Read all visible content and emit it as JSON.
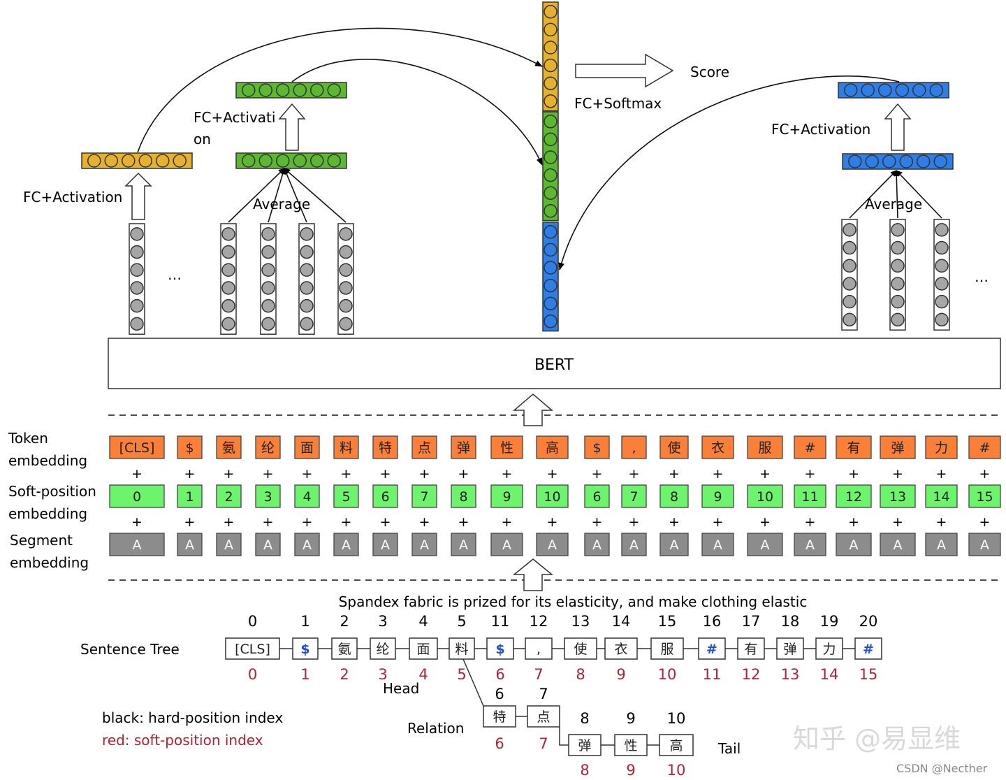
{
  "colors": {
    "orange_vec": "#e6b22e",
    "green_vec": "#5cb82e",
    "blue_vec": "#2e7ee6",
    "gray_node": "#a6a6a6",
    "token_fill": "#fa8038",
    "softpos_fill": "#6cf56c",
    "segment_fill": "#8c8c8c",
    "red_index": "#b22233",
    "blue_glyph": "#1f4fd6"
  },
  "labels": {
    "fc_activation_left": "FC+Activation",
    "fc_activation_mid_line1": "FC+Activati",
    "fc_activation_mid_line2": "on",
    "fc_activation_right": "FC+Activation",
    "average_left": "Average",
    "average_right": "Average",
    "fc_softmax": "FC+Softmax",
    "score": "Score",
    "ellipsis_left": "…",
    "ellipsis_right": "…",
    "bert": "BERT"
  },
  "embedding": {
    "token_label_1": "Token",
    "token_label_2": "embedding",
    "softpos_label_1": "Soft-position",
    "softpos_label_2": "embedding",
    "segment_label_1": "Segment",
    "segment_label_2": "embedding",
    "plus": "+",
    "tokens": [
      "[CLS]",
      "$",
      "氨",
      "纶",
      "面",
      "料",
      "特",
      "点",
      "弹",
      "性",
      "高",
      "$",
      ",",
      "使",
      "衣",
      "服",
      "#",
      "有",
      "弹",
      "力",
      "#"
    ],
    "soft_positions": [
      "0",
      "1",
      "2",
      "3",
      "4",
      "5",
      "6",
      "7",
      "8",
      "9",
      "10",
      "6",
      "7",
      "8",
      "9",
      "10",
      "11",
      "12",
      "13",
      "14",
      "15"
    ],
    "segments": [
      "A",
      "A",
      "A",
      "A",
      "A",
      "A",
      "A",
      "A",
      "A",
      "A",
      "A",
      "A",
      "A",
      "A",
      "A",
      "A",
      "A",
      "A",
      "A",
      "A",
      "A"
    ]
  },
  "sentence": {
    "caption": "Spandex fabric is prized for its elasticity, and make clothing elastic",
    "tree_label": "Sentence Tree",
    "main_tokens": [
      "[CLS]",
      "$",
      "氨",
      "纶",
      "面",
      "料",
      "$",
      ",",
      "使",
      "衣",
      "服",
      "#",
      "有",
      "弹",
      "力",
      "#"
    ],
    "main_hard": [
      "0",
      "1",
      "2",
      "3",
      "4",
      "5",
      "11",
      "12",
      "13",
      "14",
      "15",
      "16",
      "17",
      "18",
      "19",
      "20"
    ],
    "main_soft": [
      "0",
      "1",
      "2",
      "3",
      "4",
      "5",
      "6",
      "7",
      "8",
      "9",
      "10",
      "11",
      "12",
      "13",
      "14",
      "15"
    ],
    "relation_tokens": [
      "特",
      "点"
    ],
    "relation_hard": [
      "6",
      "7"
    ],
    "relation_soft": [
      "6",
      "7"
    ],
    "tail_tokens": [
      "弹",
      "性",
      "高"
    ],
    "tail_hard": [
      "8",
      "9",
      "10"
    ],
    "tail_soft": [
      "8",
      "9",
      "10"
    ],
    "head_label": "Head",
    "relation_label": "Relation",
    "tail_label": "Tail"
  },
  "legend": {
    "black": "black: hard-position index",
    "red": "red: soft-position index"
  },
  "watermark": {
    "main": "知乎 @易显维",
    "csdn": "CSDN @Necther"
  }
}
